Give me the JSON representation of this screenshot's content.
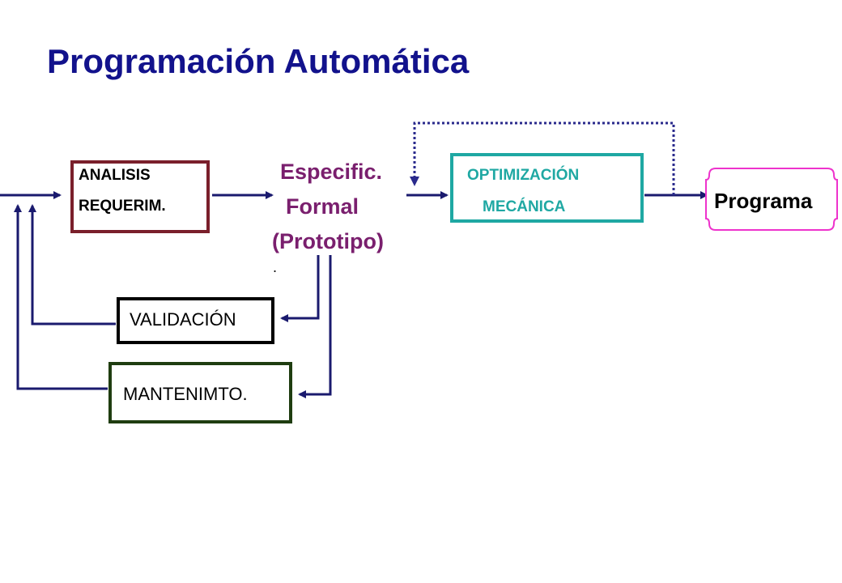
{
  "title": "Programación Automática",
  "nodes": {
    "analisis": {
      "line1": "ANALISIS",
      "line2": "REQUERIM."
    },
    "especificacion": {
      "line1": "Especific.",
      "line2": "Formal",
      "line3": "(Prototipo)",
      "mark": "."
    },
    "optimizacion": {
      "line1": "OPTIMIZACIÓN",
      "line2": "MECÁNICA"
    },
    "programa": {
      "label": "Programa"
    },
    "validacion": {
      "label": "VALIDACIÓN"
    },
    "mantenimiento": {
      "label": "MANTENIMTO."
    }
  },
  "colors": {
    "title": "#12128c",
    "arrow": "#1a1a6e",
    "dotted": "#2a2a8c",
    "analisis_border": "#7a1f2b",
    "optimizacion_border": "#1fa8a3",
    "optimizacion_text": "#1fa8a3",
    "especificacion_text": "#7a1f6e",
    "programa_border": "#ee33cc",
    "validacion_border": "#000000",
    "mantenimiento_border": "#1f3d10"
  }
}
